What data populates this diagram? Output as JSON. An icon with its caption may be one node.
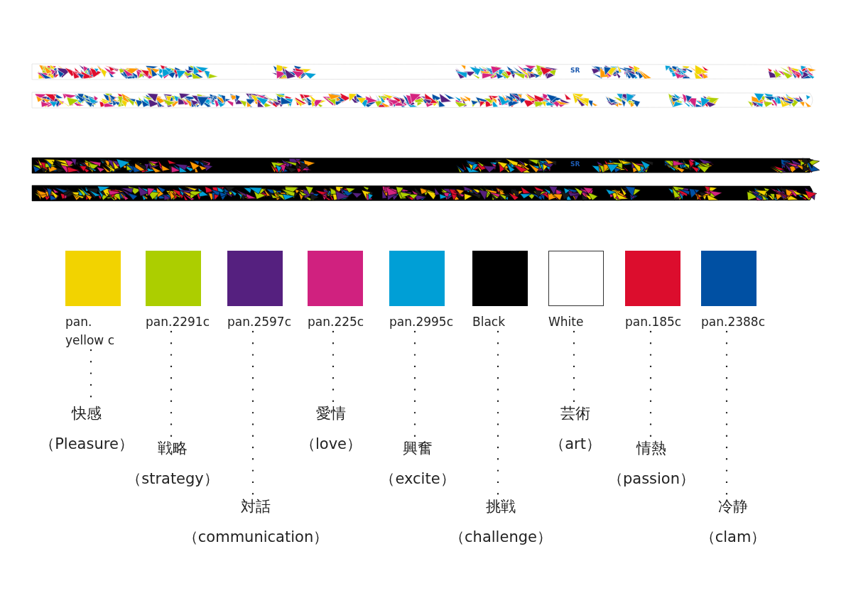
{
  "diagram": {
    "nodes": [
      {
        "text": [
          "pan. yellow c"
        ]
      },
      {
        "text": [
          "pan.2291c"
        ]
      },
      {
        "text": [
          "pan.2597c"
        ]
      },
      {
        "text": [
          "pan.225c"
        ]
      },
      {
        "text": [
          "pan.2995c"
        ]
      },
      {
        "text": [
          "Black"
        ]
      },
      {
        "text": [
          "White"
        ]
      },
      {
        "text": [
          "pan.185c"
        ]
      },
      {
        "text": [
          "pan.2388c"
        ]
      },
      {
        "text": [
          "快感",
          "（Pleasure）"
        ]
      },
      {
        "text": [
          "戦略",
          "（strategy）"
        ]
      },
      {
        "text": [
          "対話",
          "（communication）"
        ]
      },
      {
        "text": [
          "愛情",
          "（love）"
        ]
      },
      {
        "text": [
          "興奮",
          "（excite）"
        ]
      },
      {
        "text": [
          "挑戦",
          "（challenge）"
        ]
      },
      {
        "text": [
          "芸術",
          "（art）"
        ]
      },
      {
        "text": [
          "情熱",
          "（passion）"
        ]
      },
      {
        "text": [
          "冷静",
          "（clam）"
        ]
      }
    ],
    "edges": [
      {
        "from": 0,
        "to": 9,
        "arrow": "none",
        "style": "dashed"
      },
      {
        "from": 1,
        "to": 10,
        "arrow": "none",
        "style": "dashed"
      },
      {
        "from": 2,
        "to": 11,
        "arrow": "none",
        "style": "dashed"
      },
      {
        "from": 3,
        "to": 12,
        "arrow": "none",
        "style": "dashed"
      },
      {
        "from": 4,
        "to": 13,
        "arrow": "none",
        "style": "dashed"
      },
      {
        "from": 5,
        "to": 14,
        "arrow": "none",
        "style": "dashed"
      },
      {
        "from": 6,
        "to": 15,
        "arrow": "none",
        "style": "dashed"
      },
      {
        "from": 7,
        "to": 16,
        "arrow": "none",
        "style": "dashed"
      },
      {
        "from": 8,
        "to": 17,
        "arrow": "none",
        "style": "dashed"
      }
    ],
    "labels": [
      "SR",
      "SR"
    ]
  }
}
